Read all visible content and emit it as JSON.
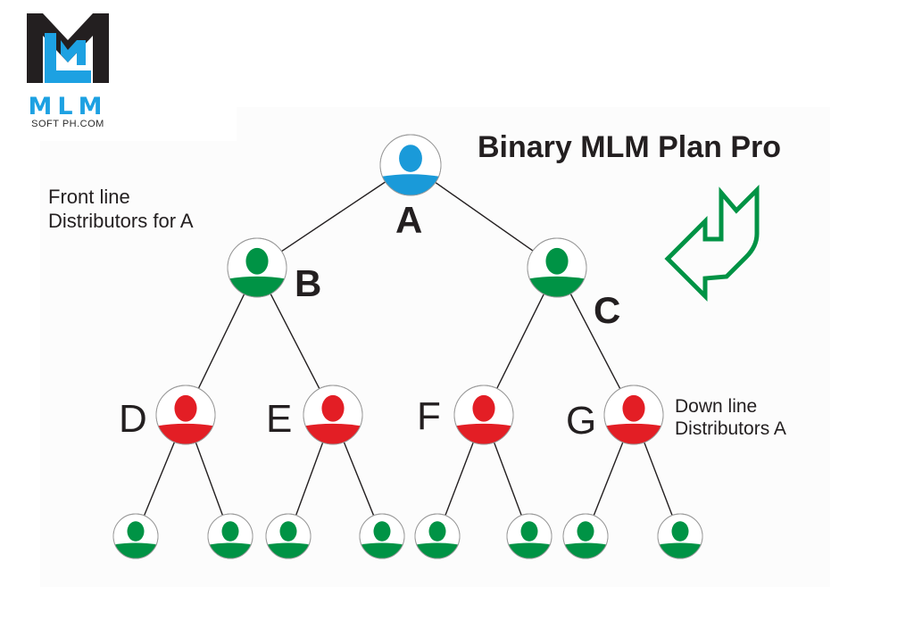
{
  "logo": {
    "mark": "ML",
    "name": "MLM",
    "subtitle": "SOFT PH.COM",
    "colors": {
      "dark": "#231f20",
      "accent": "#1da1e2"
    }
  },
  "title": "Binary MLM Plan Pro",
  "annotations": {
    "front_line": [
      "Front line",
      "Distributors for A"
    ],
    "down_line": [
      "Down line",
      "Distributors A"
    ]
  },
  "colors": {
    "root": "#1a9ad9",
    "level1": "#009345",
    "level2": "#e31e25",
    "leaf": "#009345",
    "arrow": "#009345",
    "line": "#231f20"
  },
  "tree": {
    "root": {
      "id": "A",
      "label": "A"
    },
    "level1": [
      {
        "id": "B",
        "label": "B",
        "parent": "A"
      },
      {
        "id": "C",
        "label": "C",
        "parent": "A"
      }
    ],
    "level2": [
      {
        "id": "D",
        "label": "D",
        "parent": "B"
      },
      {
        "id": "E",
        "label": "E",
        "parent": "B"
      },
      {
        "id": "F",
        "label": "F",
        "parent": "C"
      },
      {
        "id": "G",
        "label": "G",
        "parent": "C"
      }
    ],
    "leaves": [
      {
        "parent": "D"
      },
      {
        "parent": "D"
      },
      {
        "parent": "E"
      },
      {
        "parent": "E"
      },
      {
        "parent": "F"
      },
      {
        "parent": "F"
      },
      {
        "parent": "G"
      },
      {
        "parent": "G"
      }
    ]
  },
  "arrow_icon": "curved-return-arrow-icon"
}
